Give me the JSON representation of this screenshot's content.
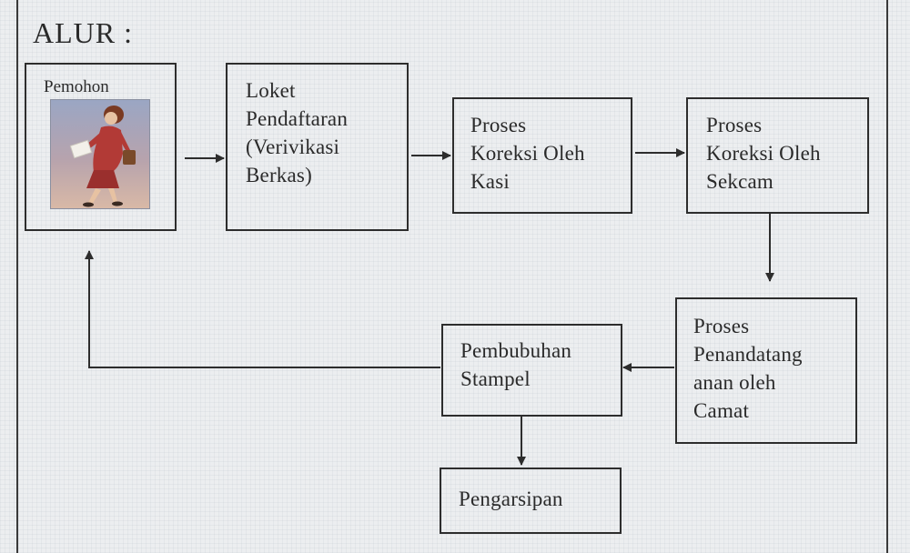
{
  "diagram": {
    "title": "ALUR :",
    "nodes": [
      {
        "id": "pemohon",
        "label": "Pemohon"
      },
      {
        "id": "loket",
        "label": "Loket\nPendaftaran\n(Verivikasi\nBerkas)"
      },
      {
        "id": "koreksi-kasi",
        "label": "Proses\nKoreksi Oleh\nKasi"
      },
      {
        "id": "koreksi-sekcam",
        "label": "Proses\nKoreksi Oleh\nSekcam"
      },
      {
        "id": "penandatanganan",
        "label": "Proses\nPenandatang\nanan oleh\nCamat"
      },
      {
        "id": "stampel",
        "label": "Pembubuhan\nStampel"
      },
      {
        "id": "pengarsipan",
        "label": "Pengarsipan"
      }
    ],
    "edges": [
      {
        "from": "pemohon",
        "to": "loket"
      },
      {
        "from": "loket",
        "to": "koreksi-kasi"
      },
      {
        "from": "koreksi-kasi",
        "to": "koreksi-sekcam"
      },
      {
        "from": "koreksi-sekcam",
        "to": "penandatanganan"
      },
      {
        "from": "penandatanganan",
        "to": "stampel"
      },
      {
        "from": "stampel",
        "to": "pemohon"
      },
      {
        "from": "stampel",
        "to": "pengarsipan"
      }
    ]
  }
}
